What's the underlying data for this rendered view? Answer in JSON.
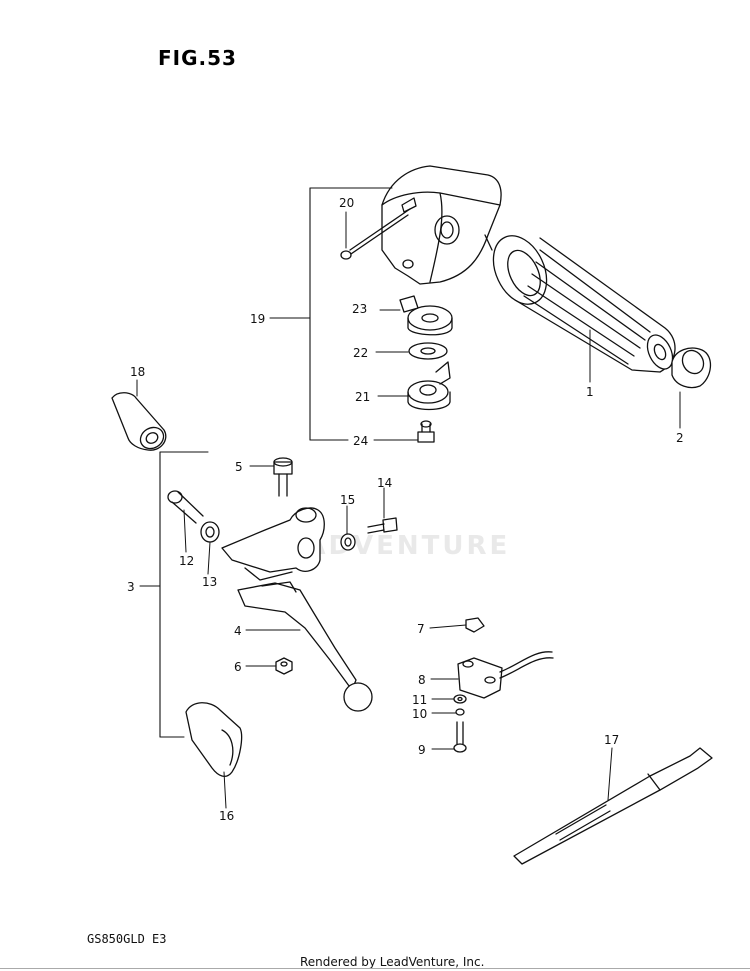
{
  "figure": {
    "title": "FIG.53"
  },
  "footer": {
    "model": "GS850GLD E3",
    "credit": "Rendered by LeadVenture, Inc."
  },
  "watermark": {
    "text": "LEADVENTURE"
  },
  "callouts": [
    "1",
    "2",
    "3",
    "4",
    "5",
    "6",
    "7",
    "8",
    "9",
    "10",
    "11",
    "12",
    "13",
    "14",
    "15",
    "16",
    "17",
    "18",
    "19",
    "20",
    "21",
    "22",
    "23",
    "24"
  ],
  "colors": {
    "ink": "#111111",
    "background": "#ffffff",
    "watermark": "#e9e9e9"
  }
}
